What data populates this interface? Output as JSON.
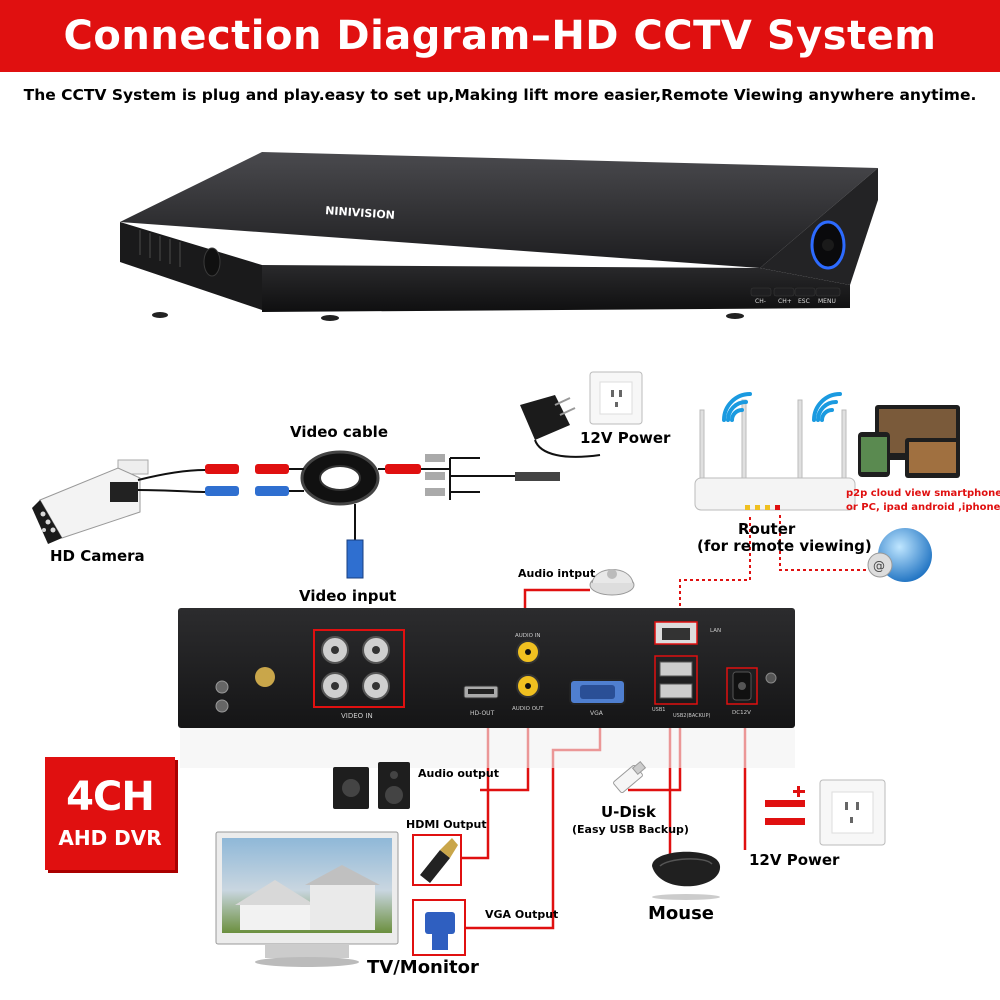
{
  "header": {
    "title": "Connection Diagram–HD CCTV System",
    "subtitle": "The CCTV System is plug and play.easy to set up,Making lift more easier,Remote Viewing anywhere anytime."
  },
  "dvr_front": {
    "brand": "NINIVISION",
    "buttons": [
      "CH-",
      "CH+",
      "ESC",
      "MENU"
    ]
  },
  "labels": {
    "video_cable": "Video cable",
    "power_top": "12V Power",
    "hd_camera": "HD Camera",
    "video_input": "Video input",
    "audio_input": "Audio intput",
    "router": "Router",
    "router_sub": "(for remote viewing)",
    "p2p_line1": "p2p cloud  view smartphone",
    "p2p_line2": "or PC, ipad android ,iphone.",
    "audio_output": "Audio output",
    "hdmi_output": "HDMI Output",
    "vga_output": "VGA Output",
    "udisk": "U-Disk",
    "udisk_sub": "(Easy USB Backup)",
    "power_bottom": "12V Power",
    "mouse": "Mouse",
    "tv_monitor": "TV/Monitor"
  },
  "dvr_back": {
    "video_in": "VIDEO IN",
    "audio_in": "AUDIO IN",
    "audio_out": "AUDIO OUT",
    "hd_out": "HD-OUT",
    "vga": "VGA",
    "lan": "LAN",
    "usb1": "USB1",
    "usb2": "USB2(BACKUP)",
    "dc": "DC12V"
  },
  "badge": {
    "line1": "4CH",
    "line2": "AHD DVR"
  },
  "colors": {
    "accent": "#e01010",
    "wire_red": "#e01010",
    "wifi_blue": "#1a9ae0"
  }
}
